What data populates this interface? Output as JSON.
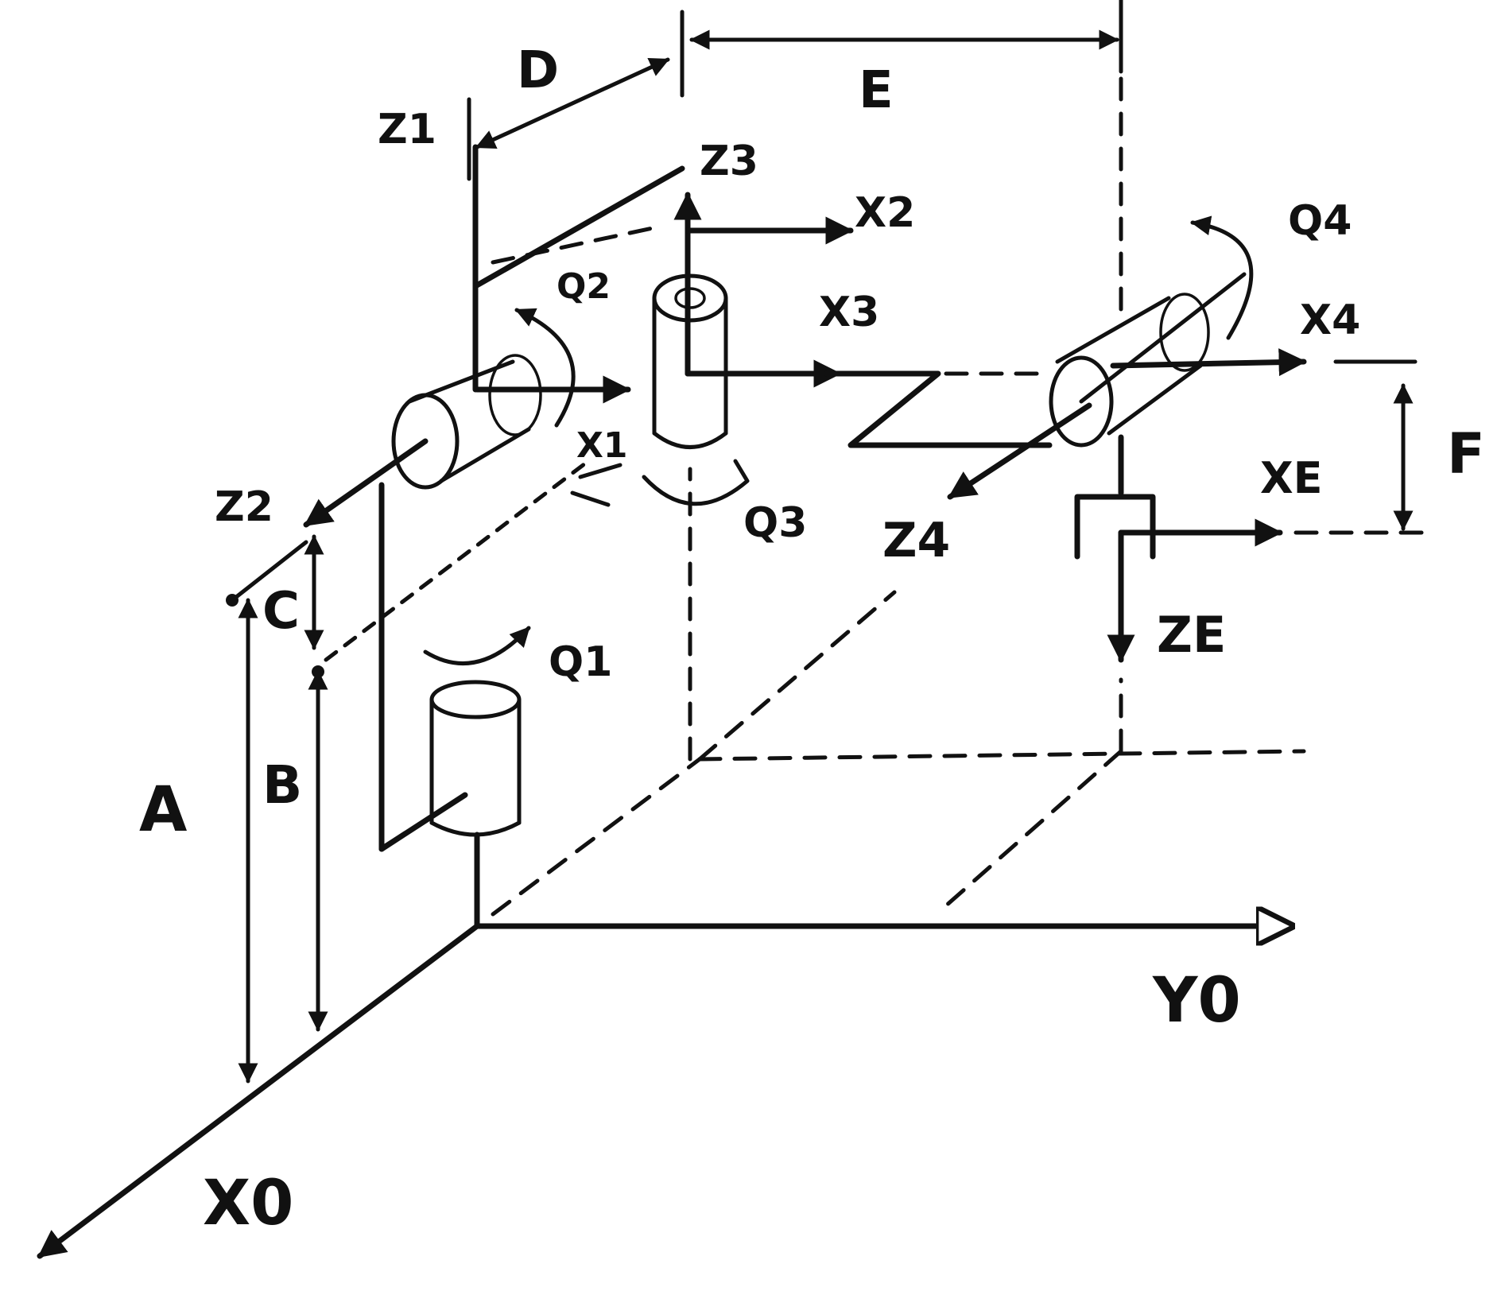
{
  "labels": {
    "D": "D",
    "E": "E",
    "Z1": "Z1",
    "Z3": "Z3",
    "X2": "X2",
    "Q4": "Q4",
    "Q2": "Q2",
    "X3": "X3",
    "X4": "X4",
    "F": "F",
    "X1": "X1",
    "XE": "XE",
    "Z2": "Z2",
    "Q3": "Q3",
    "Z4": "Z4",
    "C": "C",
    "ZE": "ZE",
    "Q1": "Q1",
    "A": "A",
    "B": "B",
    "Y0": "Y0",
    "X0": "X0"
  },
  "colors": {
    "ink": "#111111",
    "paper": "#ffffff"
  }
}
